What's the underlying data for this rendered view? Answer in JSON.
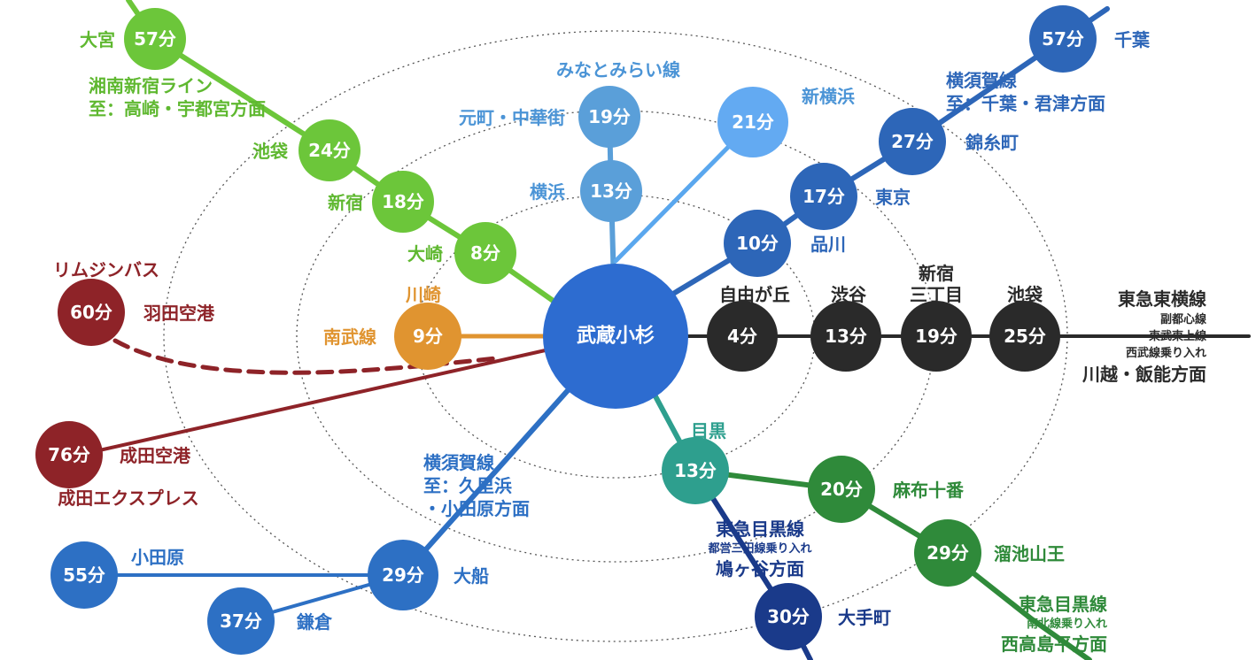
{
  "colors": {
    "saikyo": "#6cc63a",
    "nanbu": "#e09430",
    "minatomirai": "#5a9fd9",
    "shinyoko": "#5aa7ee",
    "sobu": "#2d66b8",
    "fukutoshin": "#2a2a2a",
    "meguro": "#2e9f8e",
    "namboku": "#2f8a3a",
    "mita": "#1a3a8a",
    "yokosuka_s": "#2d70c4",
    "limousine": "#8e2328",
    "hub": "#2d6cd0"
  },
  "hub": {
    "label": "武蔵小杉"
  },
  "lines": {
    "shonan": {
      "name": "湘南新宿ライン",
      "dest": "至：高崎・宇都宮方面"
    },
    "minatomirai": {
      "name": "みなとみらい線"
    },
    "yokosuka_n": {
      "name": "横須賀線",
      "dest": "至：千葉・君津方面"
    },
    "nanbu": {
      "name": "南武線"
    },
    "limousine": {
      "name": "リムジンバス"
    },
    "nex": {
      "name": "成田エクスプレス"
    },
    "yokosuka_s": {
      "name": "横須賀線",
      "dest1": "至：久里浜",
      "dest2": "・小田原方面"
    },
    "toyoko": {
      "name": "東急東横線",
      "sub1": "副都心線",
      "sub2": "東武東上線",
      "sub3": "西武線乗り入れ",
      "dest": "川越・飯能方面"
    },
    "meguro_mita": {
      "name": "東急目黒線",
      "sub": "都営三田線乗り入れ",
      "dest": "鳩ヶ谷方面"
    },
    "meguro_nb": {
      "name": "東急目黒線",
      "sub": "南北線乗り入れ",
      "dest": "西高島平方面"
    }
  },
  "stations": {
    "omiya": {
      "name": "大宮",
      "time": "57分"
    },
    "ikebukuro_g": {
      "name": "池袋",
      "time": "24分"
    },
    "shinjuku": {
      "name": "新宿",
      "time": "18分"
    },
    "osaki": {
      "name": "大崎",
      "time": "8分"
    },
    "motomachi": {
      "name": "元町・中華街",
      "time": "19分"
    },
    "yokohama": {
      "name": "横浜",
      "time": "13分"
    },
    "shinyokohama": {
      "name": "新横浜",
      "time": "21分"
    },
    "chiba": {
      "name": "千葉",
      "time": "57分"
    },
    "kinshicho": {
      "name": "錦糸町",
      "time": "27分"
    },
    "tokyo": {
      "name": "東京",
      "time": "17分"
    },
    "shinagawa": {
      "name": "品川",
      "time": "10分"
    },
    "kawasaki": {
      "name": "川崎",
      "time": "9分"
    },
    "haneda": {
      "name": "羽田空港",
      "time": "60分"
    },
    "narita": {
      "name": "成田空港",
      "time": "76分"
    },
    "jiyugaoka": {
      "name": "自由が丘",
      "time": "4分"
    },
    "shibuya": {
      "name": "渋谷",
      "time": "13分"
    },
    "shinjuku3": {
      "name1": "新宿",
      "name2": "三丁目",
      "time": "19分"
    },
    "ikebukuro_f": {
      "name": "池袋",
      "time": "25分"
    },
    "meguro": {
      "name": "目黒",
      "time": "13分"
    },
    "azabu": {
      "name": "麻布十番",
      "time": "20分"
    },
    "tameike": {
      "name": "溜池山王",
      "time": "29分"
    },
    "otemachi": {
      "name": "大手町",
      "time": "30分"
    },
    "odawara": {
      "name": "小田原",
      "time": "55分"
    },
    "ofuna": {
      "name": "大船",
      "time": "29分"
    },
    "kamakura": {
      "name": "鎌倉",
      "time": "37分"
    }
  }
}
